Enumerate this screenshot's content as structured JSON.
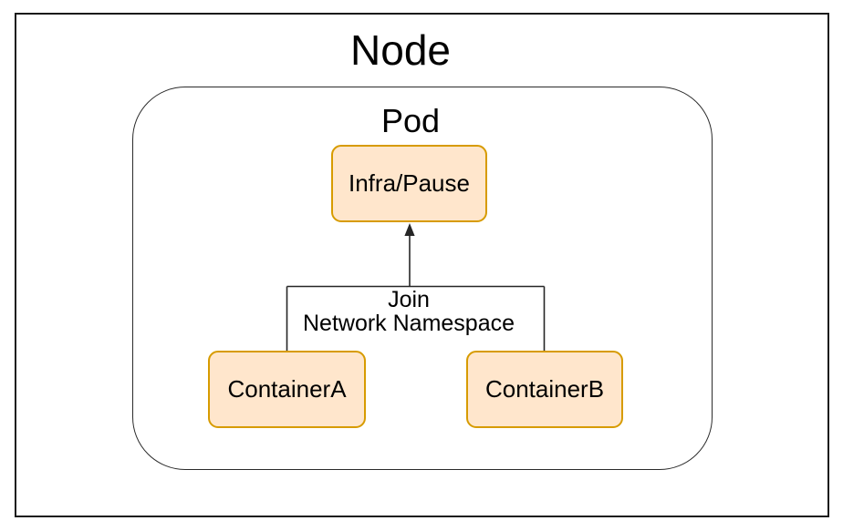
{
  "diagram": {
    "node": {
      "label": "Node"
    },
    "pod": {
      "label": "Pod"
    },
    "boxes": [
      {
        "id": "infra-pause",
        "label": "Infra/Pause"
      },
      {
        "id": "container-a",
        "label": "ContainerA"
      },
      {
        "id": "container-b",
        "label": "ContainerB"
      }
    ],
    "connector": {
      "label_line1": "Join",
      "label_line2": "Network Namespace",
      "arrow_target": "Infra/Pause"
    },
    "colors": {
      "background": "#ffffff",
      "box_fill": "#ffe6cc",
      "box_border": "#d79b00",
      "outline": "#1a1a1a",
      "line": "#262626",
      "text": "#000000"
    }
  }
}
